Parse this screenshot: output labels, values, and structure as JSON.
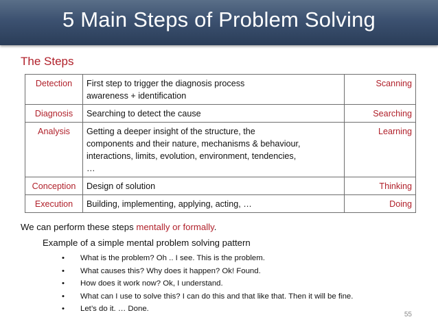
{
  "title": "5 Main Steps of Problem Solving",
  "section_heading": "The Steps",
  "steps": [
    {
      "name": "Detection",
      "description": [
        "First step to trigger the diagnosis process",
        "awareness + identification"
      ],
      "keyword": "Scanning"
    },
    {
      "name": "Diagnosis",
      "description": [
        "Searching to detect the cause"
      ],
      "keyword": "Searching"
    },
    {
      "name": "Analysis",
      "description": [
        "Getting a deeper insight of the structure, the",
        "components and their nature, mechanisms & behaviour,",
        "interactions, limits, evolution, environment, tendencies,",
        "…"
      ],
      "keyword": "Learning"
    },
    {
      "name": "Conception",
      "description": [
        "Design of solution"
      ],
      "keyword": "Thinking"
    },
    {
      "name": "Execution",
      "description": [
        "Building, implementing, applying, acting, …"
      ],
      "keyword": "Doing"
    }
  ],
  "perform": {
    "prefix": "We can perform these steps ",
    "accent": "mentally or formally",
    "suffix": "."
  },
  "example_heading": "Example of a simple mental problem solving pattern",
  "pattern": {
    "bullet": "•",
    "items": [
      "What is the problem? Oh .. I see. This is the problem.",
      "What causes this? Why does it happen? Ok! Found.",
      "How does it work now? Ok, I understand.",
      "What can I use to solve this? I can do this and that like that. Then it will be fine.",
      "Let’s do it. … Done."
    ]
  },
  "page_number": "55",
  "colors": {
    "accent": "#b0202a",
    "title_bar": "#3c5170"
  }
}
